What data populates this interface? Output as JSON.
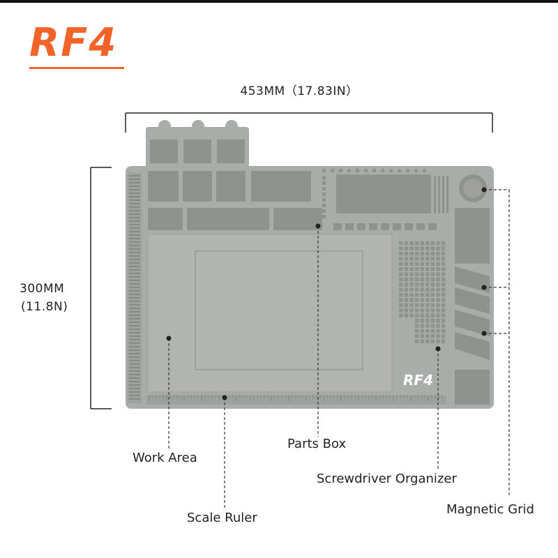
{
  "brand": {
    "logo": "RF4",
    "mat_logo": "RF4",
    "accent_color": "#f0642a"
  },
  "dimensions": {
    "width_label": "453MM（17.83IN）",
    "height_label_mm": "300MM",
    "height_label_in": "(11.8N)"
  },
  "callouts": [
    {
      "id": "work_area",
      "label": "Work Area"
    },
    {
      "id": "parts_box",
      "label": "Parts Box"
    },
    {
      "id": "screwdriver_organizer",
      "label": "Screwdriver Organizer"
    },
    {
      "id": "scale_ruler",
      "label": "Scale Ruler"
    },
    {
      "id": "magnetic_grid",
      "label": "Magnetic Grid"
    }
  ],
  "mat": {
    "color": "#a9adaa",
    "dark": "#8f9390",
    "light": "#bfc2bf"
  }
}
